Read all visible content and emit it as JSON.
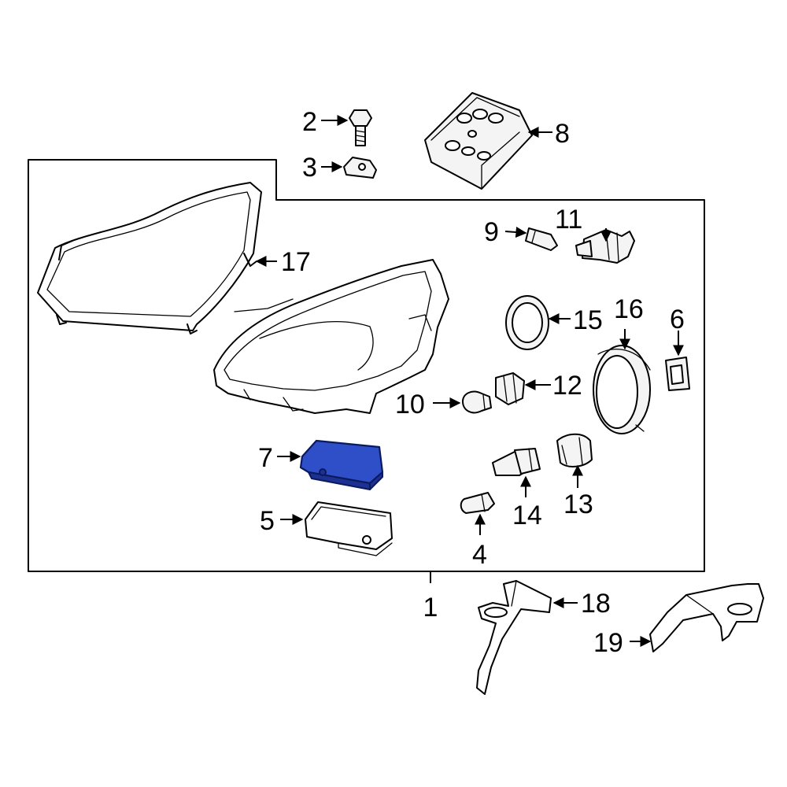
{
  "diagram": {
    "highlight_color": "#2e4fc7",
    "assembly_label": "1",
    "callouts": [
      {
        "id": "2",
        "part": "bolt"
      },
      {
        "id": "3",
        "part": "bracket-clip"
      },
      {
        "id": "4",
        "part": "bulb-small"
      },
      {
        "id": "5",
        "part": "control-module"
      },
      {
        "id": "6",
        "part": "small-clip"
      },
      {
        "id": "7",
        "part": "ballast-module",
        "highlighted": true
      },
      {
        "id": "8",
        "part": "connector-housing"
      },
      {
        "id": "9",
        "part": "wedge-bulb"
      },
      {
        "id": "10",
        "part": "turn-signal-bulb"
      },
      {
        "id": "11",
        "part": "headlight-bulb"
      },
      {
        "id": "12",
        "part": "bulb-socket"
      },
      {
        "id": "13",
        "part": "socket-cap"
      },
      {
        "id": "14",
        "part": "fog-bulb"
      },
      {
        "id": "15",
        "part": "seal-ring"
      },
      {
        "id": "16",
        "part": "access-cover"
      },
      {
        "id": "17",
        "part": "headlight-gasket"
      },
      {
        "id": "18",
        "part": "mounting-bracket-left"
      },
      {
        "id": "19",
        "part": "mounting-bracket-right"
      }
    ]
  }
}
